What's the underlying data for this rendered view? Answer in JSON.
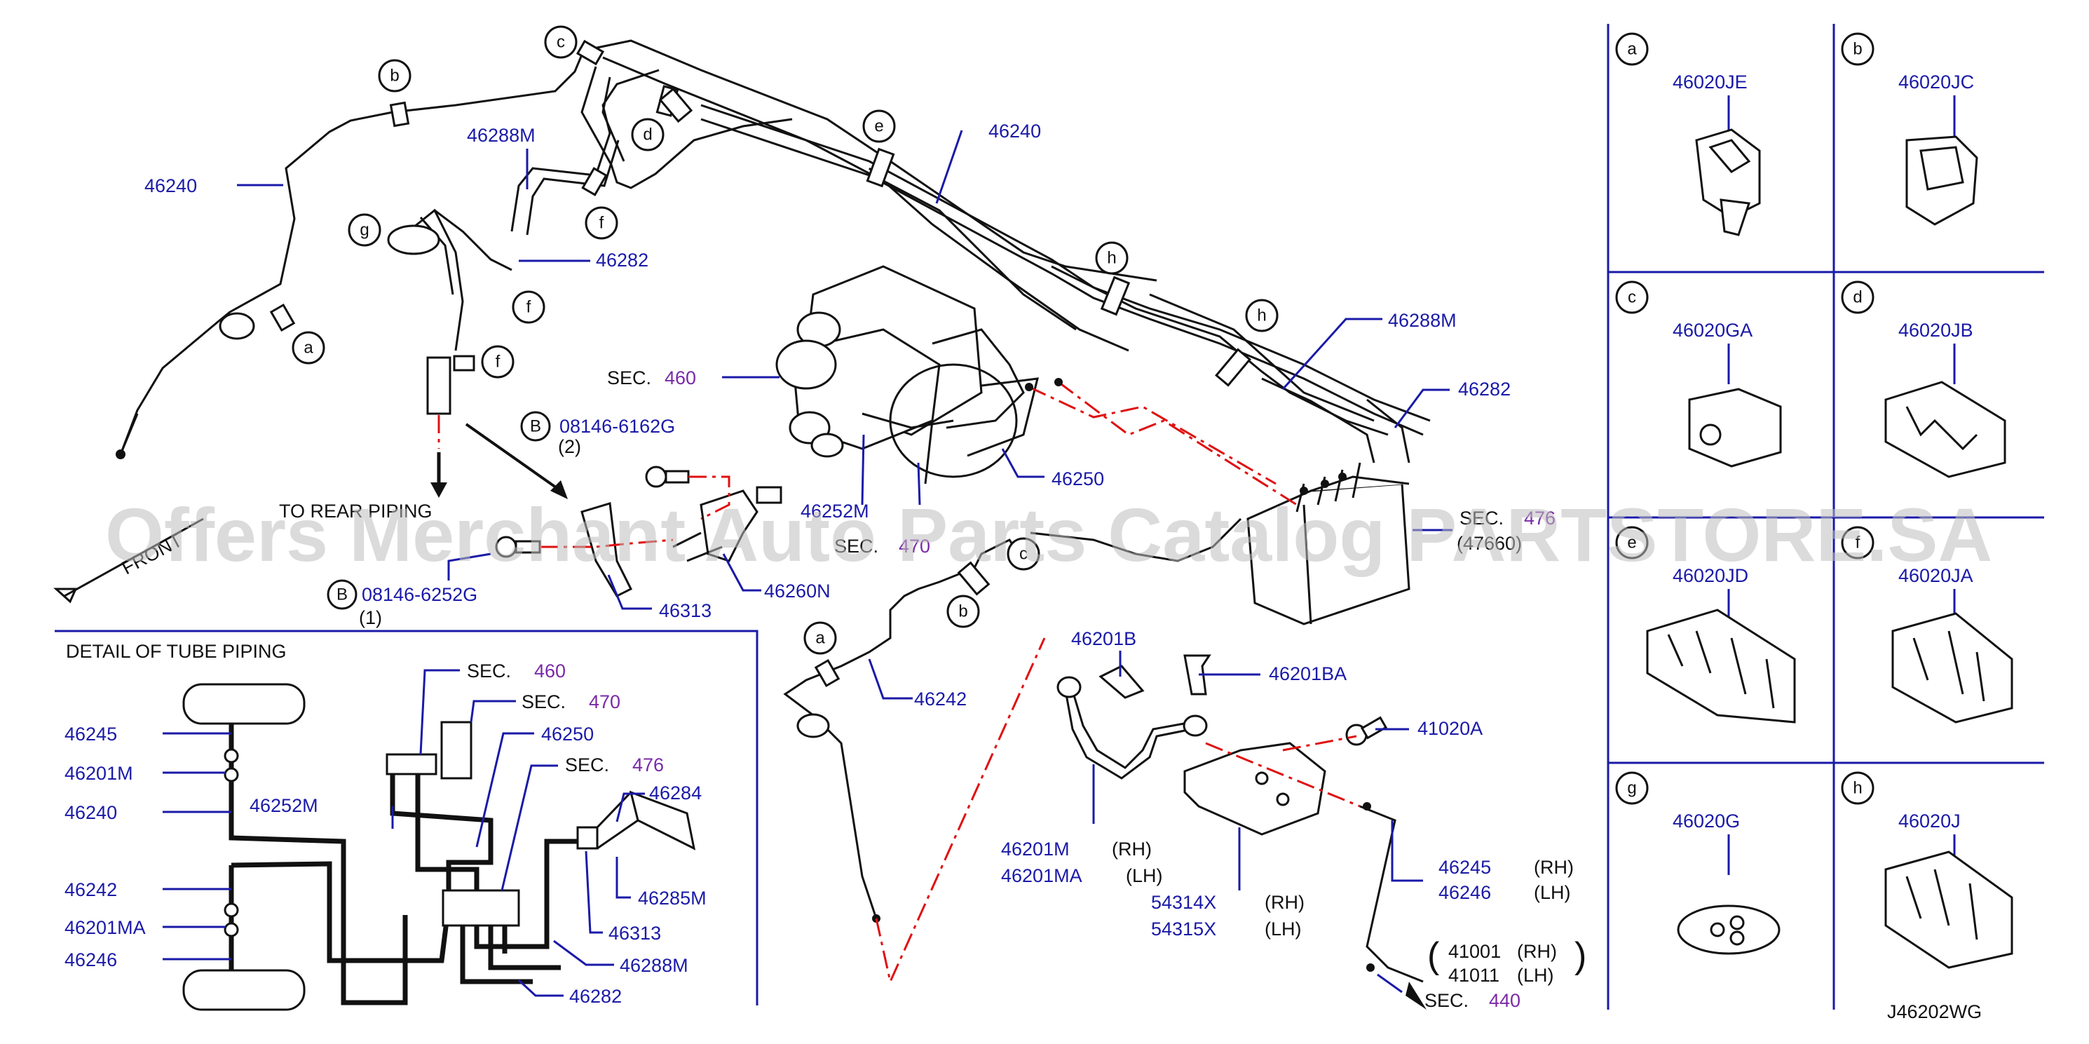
{
  "diagram": {
    "code": "J46202WG",
    "front_label": "FRONT",
    "to_rear_label": "TO REAR PIPING",
    "detail_title": "DETAIL OF TUBE PIPING",
    "watermark": "Offers Merchant Auto Parts Catalog PARTSTORE.SA",
    "sec_prefix": "SEC.",
    "rh": "(RH)",
    "lh": "(LH)",
    "paren_open": "(",
    "paren_close": ")"
  },
  "bubbles": {
    "a": "a",
    "b": "b",
    "c": "c",
    "d": "d",
    "e": "e",
    "f": "f",
    "g": "g",
    "h": "h",
    "B": "B"
  },
  "main_labels": {
    "p46240_left": "46240",
    "p46288M_top": "46288M",
    "p46282_top": "46282",
    "p46240_top": "46240",
    "p46288M_right": "46288M",
    "p46282_right": "46282",
    "sec460_num": "460",
    "bolt1_pn": "08146-6162G",
    "bolt1_qty": "(2)",
    "bolt2_pn": "08146-6252G",
    "bolt2_qty": "(1)",
    "p46252M": "46252M",
    "p46250": "46250",
    "sec470_num": "470",
    "p46260N": "46260N",
    "p46313": "46313",
    "sec476_num": "476",
    "sec476_sub": "(47660)",
    "p46242": "46242"
  },
  "hose_labels": {
    "p46201B": "46201B",
    "p46201BA": "46201BA",
    "p41020A": "41020A",
    "p46201M": "46201M",
    "p46201MA": "46201MA",
    "p54314X": "54314X",
    "p54315X": "54315X",
    "p46245": "46245",
    "p46246": "46246",
    "p41001": "41001",
    "p41011": "41011",
    "sec440_num": "440"
  },
  "detail_labels": {
    "d46245": "46245",
    "d46201M": "46201M",
    "d46240": "46240",
    "d46252M": "46252M",
    "d46242": "46242",
    "d46201MA": "46201MA",
    "d46246": "46246",
    "dsec460": "460",
    "dsec470": "470",
    "d46250": "46250",
    "dsec476": "476",
    "d46284": "46284",
    "d46285M": "46285M",
    "d46313": "46313",
    "d46288M": "46288M",
    "d46282": "46282"
  },
  "clips": [
    {
      "letter": "a",
      "part": "46020JE"
    },
    {
      "letter": "b",
      "part": "46020JC"
    },
    {
      "letter": "c",
      "part": "46020GA"
    },
    {
      "letter": "d",
      "part": "46020JB"
    },
    {
      "letter": "e",
      "part": "46020JD"
    },
    {
      "letter": "f",
      "part": "46020JA"
    },
    {
      "letter": "g",
      "part": "46020G"
    },
    {
      "letter": "h",
      "part": "46020J"
    }
  ],
  "colors": {
    "part_number": "#1a1aa8",
    "section_number": "#7a2aa8",
    "red_dash": "#e01010",
    "line": "#111111"
  }
}
